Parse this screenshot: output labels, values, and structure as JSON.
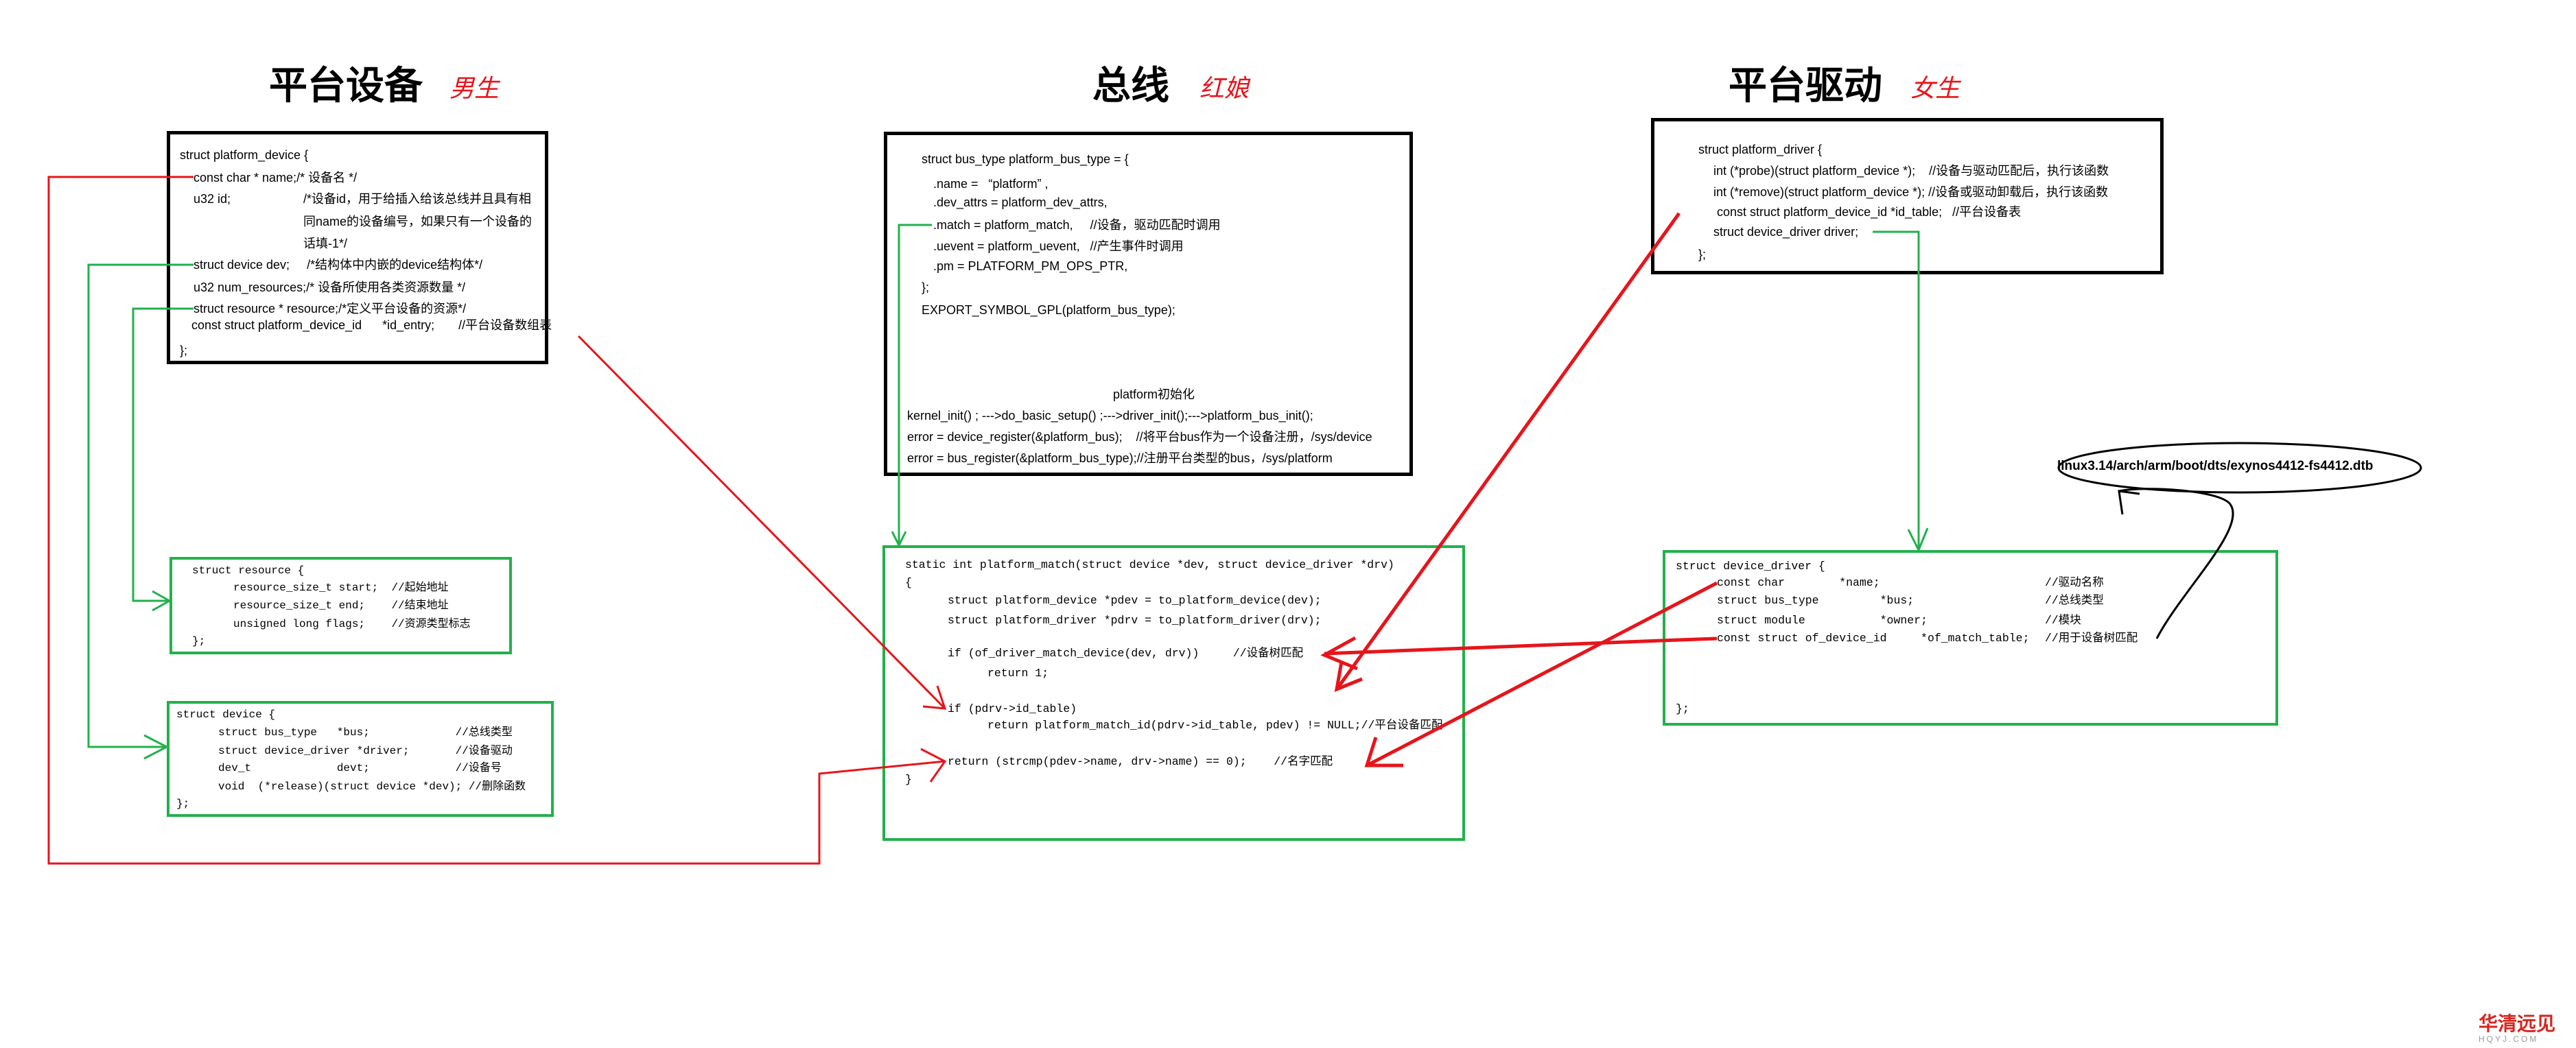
{
  "titles": {
    "device": {
      "title": "平台设备",
      "role": "男生"
    },
    "bus": {
      "title": "总线",
      "role": "红娘"
    },
    "driver": {
      "title": "平台驱动",
      "role": "女生"
    }
  },
  "platform_device": [
    "struct platform_device {",
    "const char * name;/* 设备名 */",
    "u32 id;",
    "/*设备id，用于给插入给该总线并且具有相",
    "同name的设备编号，如果只有一个设备的",
    "话填-1*/",
    "struct device dev;     /*结构体中内嵌的device结构体*/",
    "u32 num_resources;/* 设备所使用各类资源数量 */",
    "struct resource * resource;/*定义平台设备的资源*/",
    "const struct platform_device_id      *id_entry;       //平台设备数组表",
    "};"
  ],
  "resource": [
    "struct resource {",
    "resource_size_t start;  //起始地址",
    "resource_size_t end;    //结束地址",
    "unsigned long flags;    //资源类型标志",
    "};"
  ],
  "device": [
    "struct device {",
    "struct bus_type   *bus;             //总线类型",
    "struct device_driver *driver;       //设备驱动",
    "dev_t             devt;             //设备号",
    "void  (*release)(struct device *dev); //删除函数",
    "};"
  ],
  "bus_type": [
    "struct bus_type platform_bus_type = {",
    ".name =   “platform” ,",
    ".dev_attrs = platform_dev_attrs,",
    ".match = platform_match,     //设备，驱动匹配时调用",
    ".uevent = platform_uevent,   //产生事件时调用",
    ".pm = PLATFORM_PM_OPS_PTR,",
    "};",
    "EXPORT_SYMBOL_GPL(platform_bus_type);"
  ],
  "bus_init": {
    "heading": "platform初始化",
    "lines": [
      "kernel_init() ; --->do_basic_setup() ;--->driver_init();--->platform_bus_init();",
      "error = device_register(&platform_bus);    //将平台bus作为一个设备注册，/sys/device",
      "error = bus_register(&platform_bus_type);//注册平台类型的bus，/sys/platform"
    ]
  },
  "platform_match": [
    "static int platform_match(struct device *dev, struct device_driver *drv)",
    "{",
    "struct platform_device *pdev = to_platform_device(dev);",
    "struct platform_driver *pdrv = to_platform_driver(drv);",
    "if (of_driver_match_device(dev, drv))     //设备树匹配",
    "return 1;",
    "if (pdrv->id_table)",
    "return platform_match_id(pdrv->id_table, pdev) != NULL;//平台设备匹配",
    "return (strcmp(pdev->name, drv->name) == 0);    //名字匹配",
    "}"
  ],
  "platform_driver": [
    "struct platform_driver {",
    "int (*probe)(struct platform_device *);    //设备与驱动匹配后，执行该函数",
    "int (*remove)(struct platform_device *); //设备或驱动卸载后，执行该函数",
    "const struct platform_device_id *id_table;   //平台设备表",
    "struct device_driver driver;",
    "};"
  ],
  "device_driver": [
    "struct device_driver {",
    "const char        *name;",
    "struct bus_type         *bus;",
    "struct module           *owner;",
    "const struct of_device_id     *of_match_table;",
    "};"
  ],
  "device_driver_comments": [
    "//驱动名称",
    "//总线类型",
    "//模块",
    "//用于设备树匹配"
  ],
  "dtb_path": "linux3.14/arch/arm/boot/dts/exynos4412-fs4412.dtb",
  "watermark": {
    "name": "华清远见",
    "url": "HQYJ.COM"
  },
  "colors": {
    "match_link": "#e8141b",
    "embed_link": "#22b14c",
    "struct_border": "#000000"
  }
}
